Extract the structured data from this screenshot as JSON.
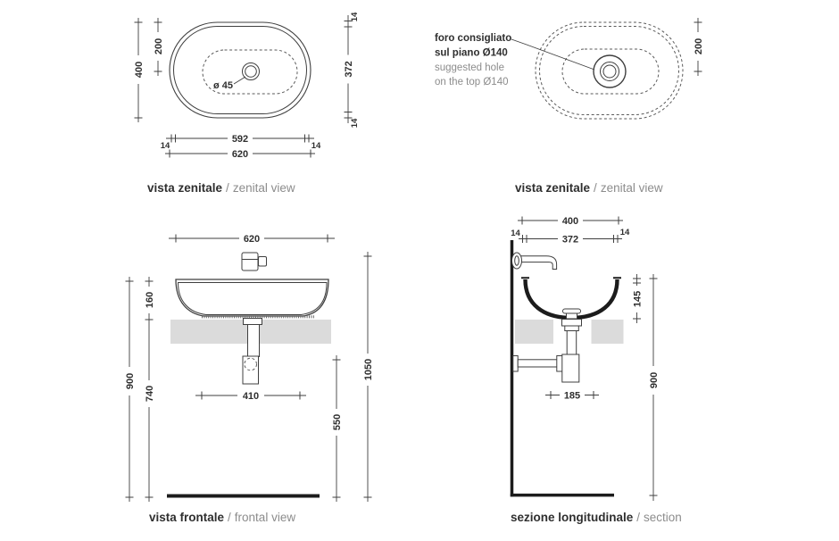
{
  "colors": {
    "line": "#3f3f3f",
    "thick_line": "#1c1c1c",
    "text": "#2f2f2f",
    "muted_text": "#8c8c8c",
    "counter_slab": "#dbdbdb"
  },
  "views": {
    "zenital_left": {
      "label": {
        "it": "vista zenitale",
        "sep": "/",
        "en": "zenital view"
      },
      "dims": {
        "total_height": "400",
        "half_height": "200",
        "rim_top": "14",
        "inner_height": "372",
        "rim_bottom": "14",
        "inner_width": "592",
        "rim_left": "14",
        "rim_right": "14",
        "total_width": "620",
        "drain_diameter": "ø 45"
      }
    },
    "zenital_right": {
      "label": {
        "it": "vista zenitale",
        "sep": "/",
        "en": "zenital view"
      },
      "note": {
        "it_line1": "foro consigliato",
        "it_line2": "sul piano Ø140",
        "en_line1": "suggested hole",
        "en_line2": "on the top Ø140"
      },
      "dims": {
        "hole_center_offset": "200"
      }
    },
    "frontal": {
      "label": {
        "it": "vista frontale",
        "sep": "/",
        "en": "frontal view"
      },
      "dims": {
        "total_width": "620",
        "basin_height": "160",
        "rim_height": "900",
        "counter_height": "740",
        "overall_height": "1050",
        "drain_height": "550",
        "siphon_offset": "410"
      }
    },
    "section": {
      "label": {
        "it": "sezione longitudinale",
        "sep": "/",
        "en": "section"
      },
      "dims": {
        "total_depth": "400",
        "inner_depth": "372",
        "rim_front": "14",
        "rim_back": "14",
        "basin_depth": "145",
        "rim_height": "900",
        "drain_wall_offset": "185"
      }
    }
  }
}
